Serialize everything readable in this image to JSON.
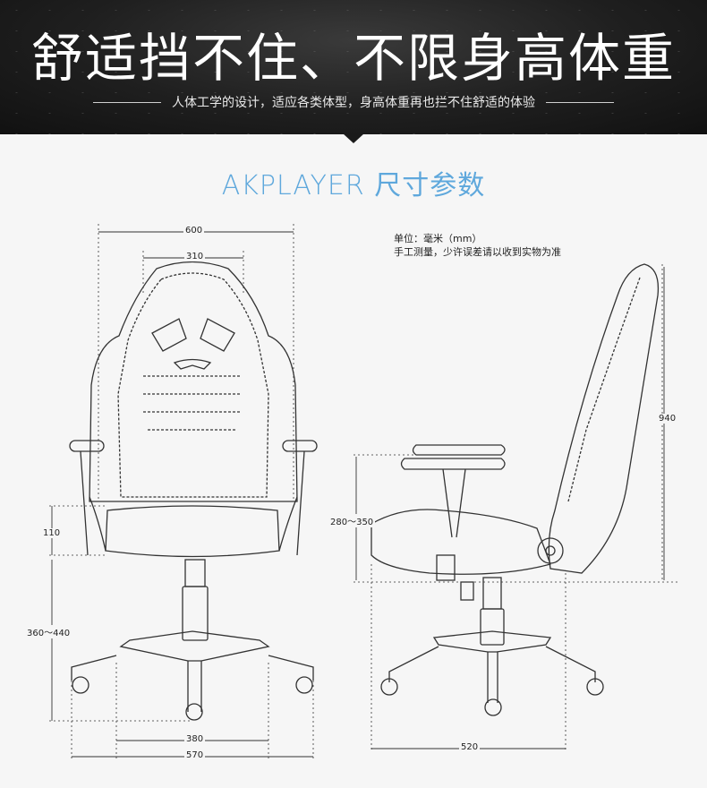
{
  "banner": {
    "title": "舒适挡不住、不限身高体重",
    "subtitle": "人体工学的设计，适应各类体型，身高体重再也拦不住舒适的体验"
  },
  "section": {
    "title": "AKPLAYER 尺寸参数"
  },
  "notes": {
    "unit": "单位：毫米（mm）",
    "measure": "手工测量，少许误差请以收到实物为准"
  },
  "dimensions": {
    "front_width": "600",
    "backrest_width": "310",
    "armrest_offset": "110",
    "seat_height": "360〜440",
    "seat_depth": "380",
    "base_width": "570",
    "side_height": "940",
    "armrest_height": "280〜350",
    "side_depth": "520"
  },
  "colors": {
    "banner_bg": "#1f1f1f",
    "accent": "#5fa8dc",
    "line": "#333333"
  }
}
